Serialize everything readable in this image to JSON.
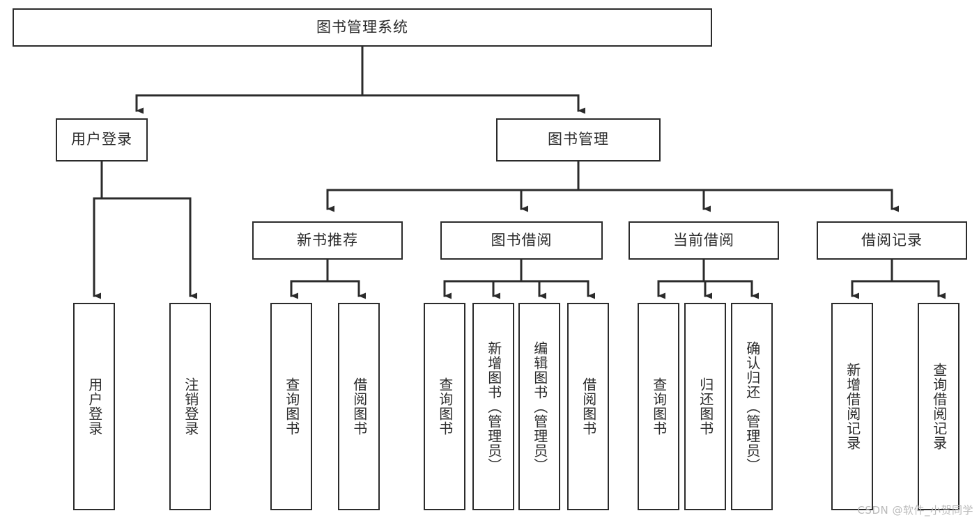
{
  "diagram": {
    "type": "tree",
    "title": "图书管理系统",
    "watermark": "CSDN @软件_小贺同学",
    "colors": {
      "stroke": "#2b2b2b",
      "fill": "#ffffff",
      "text": "#2b2b2b",
      "watermark": "#b9b9b9"
    },
    "nodes": {
      "root": {
        "label": "图书管理系统"
      },
      "level2": [
        {
          "id": "user-login",
          "label": "用户登录"
        },
        {
          "id": "book-manage",
          "label": "图书管理"
        }
      ],
      "level3": [
        {
          "id": "new-book-recommend",
          "label": "新书推荐"
        },
        {
          "id": "book-borrow",
          "label": "图书借阅"
        },
        {
          "id": "current-borrow",
          "label": "当前借阅"
        },
        {
          "id": "borrow-record",
          "label": "借阅记录"
        }
      ],
      "leaves": {
        "user-login": [
          {
            "id": "leaf-user-login",
            "label": "用户登录"
          },
          {
            "id": "leaf-logout-login",
            "label": "注销登录"
          }
        ],
        "new-book-recommend": [
          {
            "id": "leaf-query-book-1",
            "label": "查询图书"
          },
          {
            "id": "leaf-borrow-book-1",
            "label": "借阅图书"
          }
        ],
        "book-borrow": [
          {
            "id": "leaf-query-book-2",
            "label": "查询图书"
          },
          {
            "id": "leaf-add-book",
            "label": "新增图书（管理员）"
          },
          {
            "id": "leaf-edit-book",
            "label": "编辑图书（管理员）"
          },
          {
            "id": "leaf-borrow-book-2",
            "label": "借阅图书"
          }
        ],
        "current-borrow": [
          {
            "id": "leaf-query-book-3",
            "label": "查询图书"
          },
          {
            "id": "leaf-return-book",
            "label": "归还图书"
          },
          {
            "id": "leaf-confirm-return",
            "label": "确认归还（管理员）"
          }
        ],
        "borrow-record": [
          {
            "id": "leaf-add-record",
            "label": "新增借阅记录"
          },
          {
            "id": "leaf-query-record",
            "label": "查询借阅记录"
          }
        ]
      }
    }
  }
}
